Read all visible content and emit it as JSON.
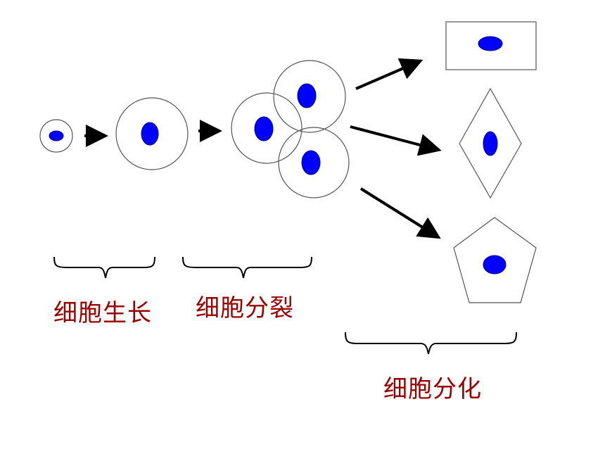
{
  "labels": {
    "growth": "细胞生长",
    "division": "细胞分裂",
    "differentiation": "细胞分化"
  },
  "colors": {
    "label_text": "#990000",
    "nucleus_fill": "#0000FF",
    "nucleus_stroke": "#00008B",
    "outline": "#555555",
    "arrow": "#000000"
  }
}
